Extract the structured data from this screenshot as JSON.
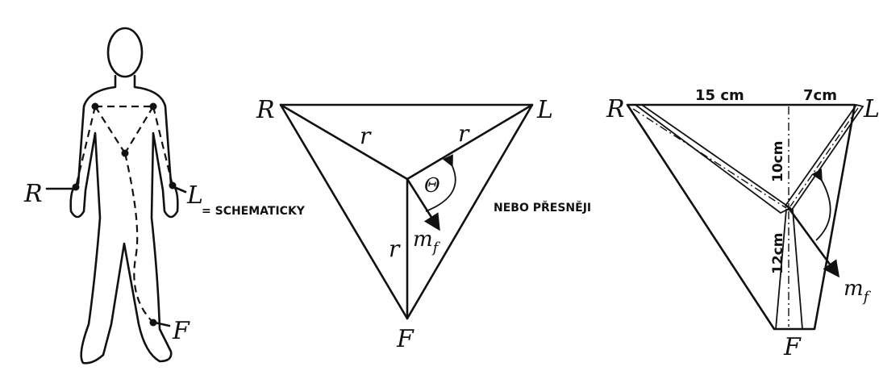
{
  "figure1": {
    "label_r": "R",
    "label_l": "L",
    "label_f": "F",
    "caption": "= SCHEMATICKY"
  },
  "figure2": {
    "label_r": "R",
    "label_l": "L",
    "label_f": "F",
    "radius_label": "r",
    "angle_label": "Θ",
    "vector_label": "m",
    "vector_subscript": "f",
    "caption": "NEBO PŘESNĚJI"
  },
  "figure3": {
    "label_r": "R",
    "label_l": "L",
    "label_f": "F",
    "dim_top_left": "15 cm",
    "dim_top_right": "7cm",
    "dim_vertical_top": "10cm",
    "dim_vertical_bottom": "12cm",
    "vector_label": "m",
    "vector_subscript": "f"
  }
}
